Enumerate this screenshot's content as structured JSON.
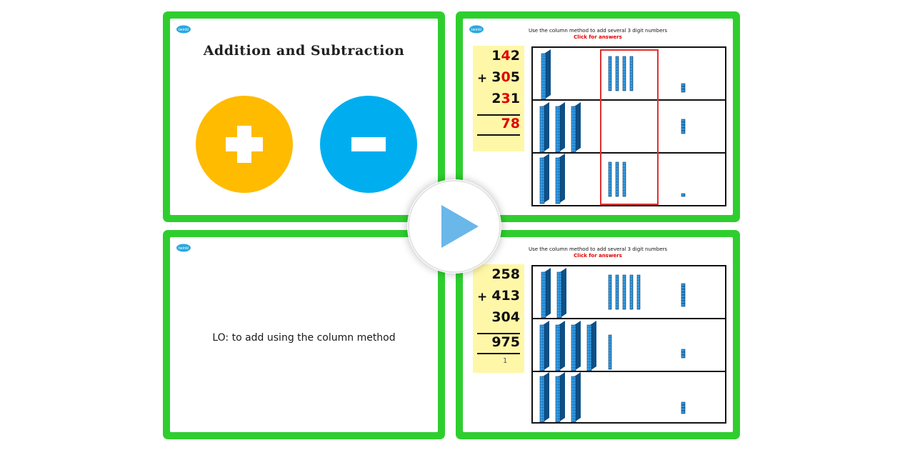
{
  "slide1": {
    "title": "Addition and Subtraction"
  },
  "slide2": {
    "header": "Use the column method to add several 3 digit numbers",
    "answers_label": "Click for answers",
    "rows": [
      [
        "1",
        "4",
        "2"
      ],
      [
        "3",
        "0",
        "5"
      ],
      [
        "2",
        "3",
        "1"
      ]
    ],
    "operator": "+",
    "result_digits": [
      "7",
      "8"
    ]
  },
  "slide3": {
    "lo_text": "LO: to add using the column method"
  },
  "slide4": {
    "header": "Use the column method to add several 3 digit numbers",
    "answers_label": "Click for answers",
    "numbers": [
      "258",
      "413",
      "304"
    ],
    "operator": "+",
    "result": "975",
    "carry": "1"
  },
  "icons": {
    "logo": "cloud-logo-icon",
    "plus": "plus-icon",
    "minus": "minus-icon",
    "play": "play-icon"
  },
  "colors": {
    "frame_green": "#2fce2f",
    "plus_circle": "#ffbb00",
    "minus_circle": "#00aeef",
    "answer_red": "#e00000",
    "block_blue": "#1e7fc9",
    "yellow_panel": "#fff7a8",
    "play_triangle": "#6ab7ea"
  }
}
